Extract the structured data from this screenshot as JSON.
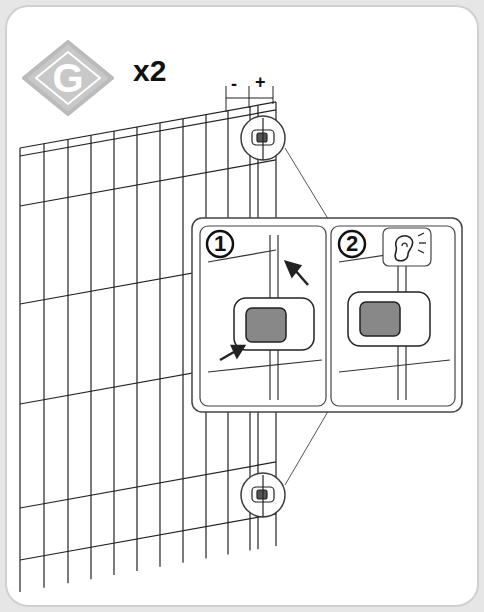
{
  "diagram": {
    "nodes": [
      {
        "text": [
          "G"
        ]
      },
      {
        "text": [
          "1"
        ]
      },
      {
        "text": [
          "2"
        ]
      }
    ],
    "labels": [
      "x2",
      "-",
      "+"
    ]
  }
}
